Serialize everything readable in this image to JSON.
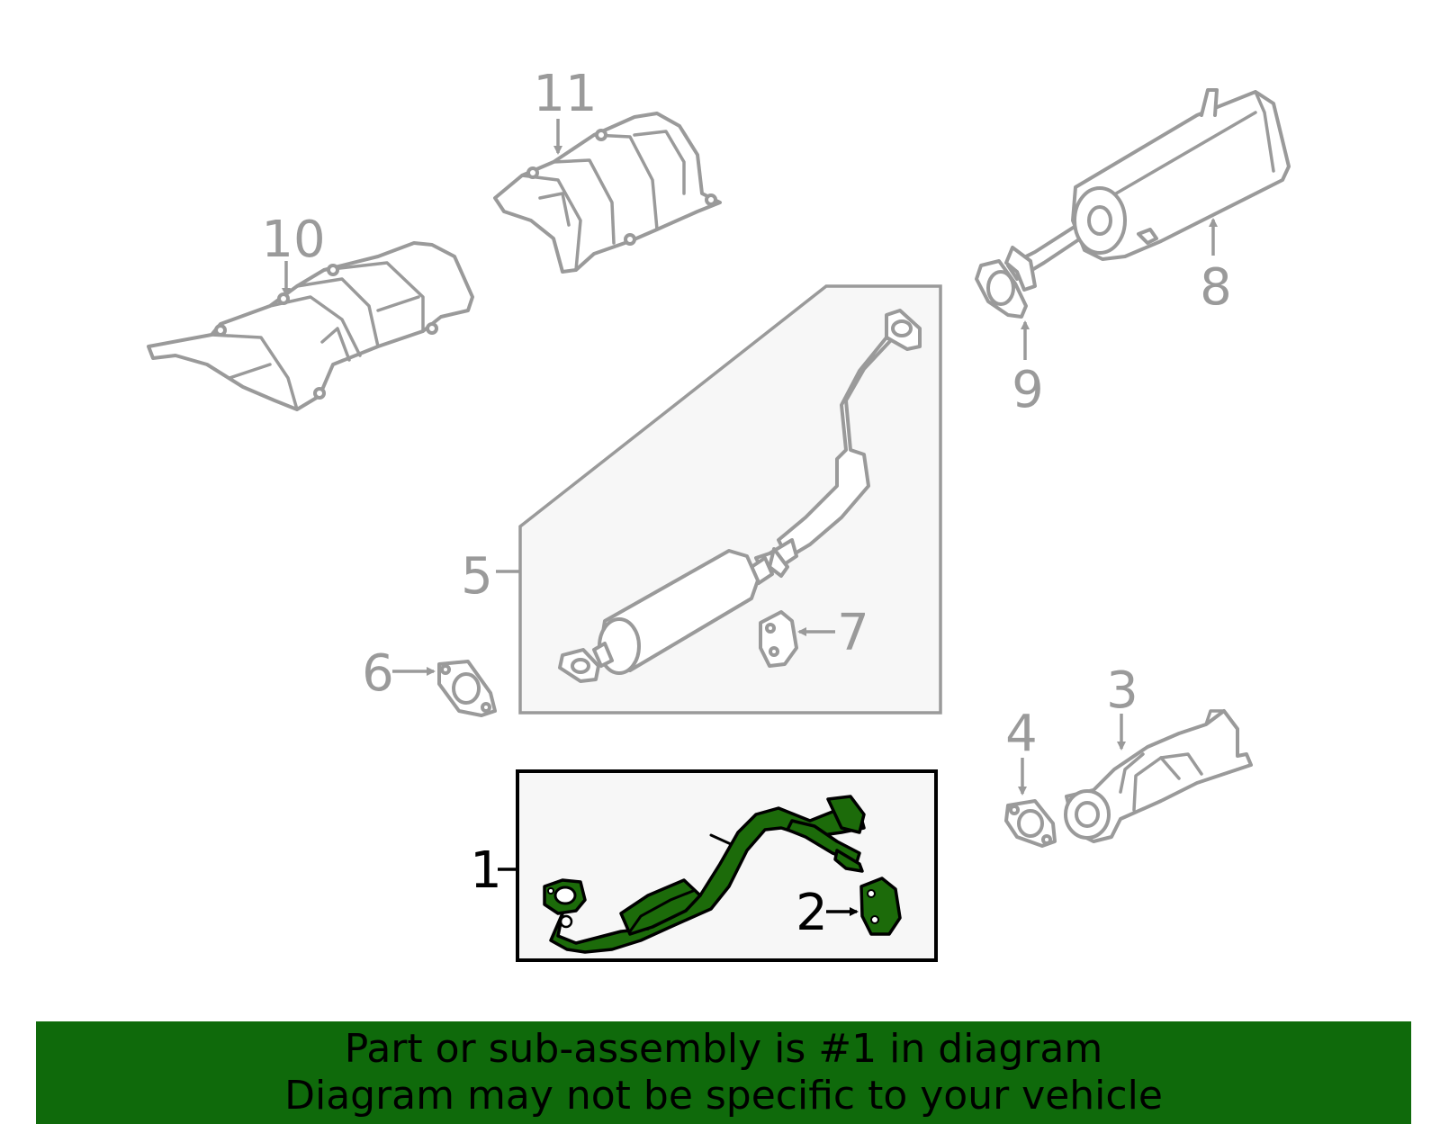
{
  "callouts": {
    "c1": "1",
    "c2": "2",
    "c3": "3",
    "c4": "4",
    "c5": "5",
    "c6": "6",
    "c7": "7",
    "c8": "8",
    "c9": "9",
    "c10": "10",
    "c11": "11"
  },
  "footer": {
    "line1": "Part or sub-assembly is #1 in diagram",
    "line2": "Diagram may not be specific to your vehicle"
  },
  "colors": {
    "highlight": "#1c6b0a",
    "banner": "#0f6a0b",
    "part_outline": "#9a9a9a"
  }
}
